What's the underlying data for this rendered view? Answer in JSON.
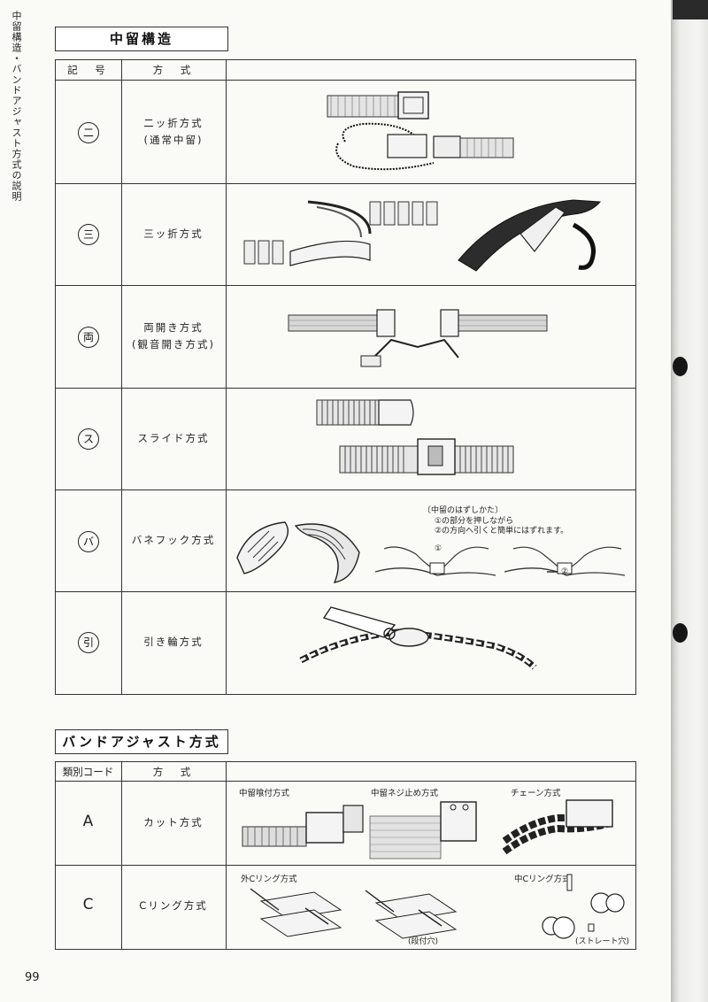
{
  "side_label": "中留構造・バンドアジャスト方式の説明",
  "section1": {
    "title": "中留構造",
    "headers": {
      "symbol": "記　号",
      "method": "方　式"
    },
    "rows": [
      {
        "symbol": "二",
        "method_line1": "二ッ折方式",
        "method_line2": "(通常中留)"
      },
      {
        "symbol": "三",
        "method_line1": "三ッ折方式",
        "method_line2": ""
      },
      {
        "symbol": "両",
        "method_line1": "両開き方式",
        "method_line2": "(観音開き方式)"
      },
      {
        "symbol": "ス",
        "method_line1": "スライド方式",
        "method_line2": ""
      },
      {
        "symbol": "バ",
        "method_line1": "バネフック方式",
        "method_line2": ""
      },
      {
        "symbol": "引",
        "method_line1": "引き輪方式",
        "method_line2": ""
      }
    ],
    "spring_hook_note": {
      "title": "〔中留のはずしかた〕",
      "line1": "①の部分を押しながら",
      "line2": "②の方向へ引くと簡単にはずれます。",
      "marker1": "①",
      "marker2": "②"
    }
  },
  "section2": {
    "title": "バンドアジャスト方式",
    "headers": {
      "code": "類別コード",
      "method": "方　式"
    },
    "rows": [
      {
        "code": "A",
        "method": "カット方式",
        "captions": [
          "中留喰付方式",
          "中留ネジ止め方式",
          "チェーン方式"
        ]
      },
      {
        "code": "C",
        "method": "Cリング方式",
        "captions": [
          "外Cリング方式",
          "中Cリング方式"
        ],
        "notes": [
          "(段付穴)",
          "(ストレート穴)"
        ]
      }
    ]
  },
  "page_number": "99"
}
